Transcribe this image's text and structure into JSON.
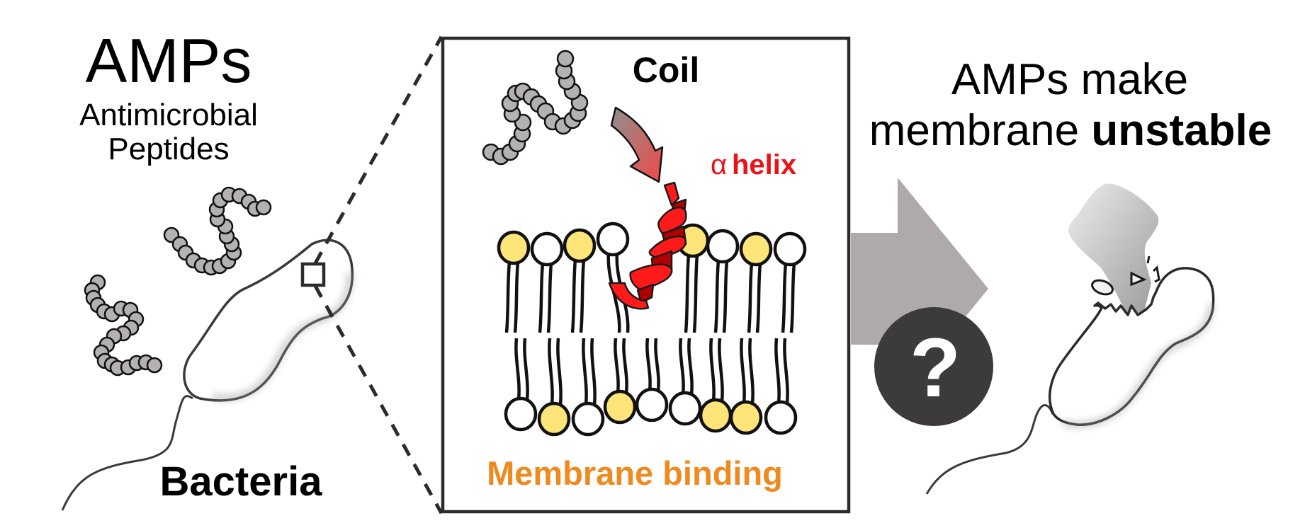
{
  "left_panel": {
    "title": "AMPs",
    "subtitle_line1": "Antimicrobial",
    "subtitle_line2": "Peptides",
    "bacteria_label": "Bacteria"
  },
  "middle_panel": {
    "coil_label": "Coil",
    "helix_label_symbol": "α",
    "helix_label_word": "helix",
    "binding_label": "Membrane binding",
    "top_leaflet_heads": [
      "yellow",
      "white",
      "yellow",
      "white",
      "yellow",
      "white",
      "yellow",
      "white"
    ],
    "bottom_leaflet_heads": [
      "white",
      "yellow",
      "white",
      "yellow",
      "white",
      "white",
      "yellow",
      "yellow",
      "white"
    ]
  },
  "right_panel": {
    "title_line1": "AMPs make",
    "title_line2_regular": "membrane",
    "title_line2_bold": "unstable",
    "question_icon": "question-mark"
  },
  "colors": {
    "peptide_bead": "#b3b1b1",
    "outline": "#111111",
    "head_yellow": "#fde57a",
    "helix_red": "#ff1a1a",
    "helix_dark": "#b00000",
    "helix_label": "#e8141a",
    "binding_label": "#ef8a1e",
    "arrow_gray": "#aeaaaa",
    "question_circle": "#3d3a3a",
    "box_border": "#2b2b2b"
  }
}
